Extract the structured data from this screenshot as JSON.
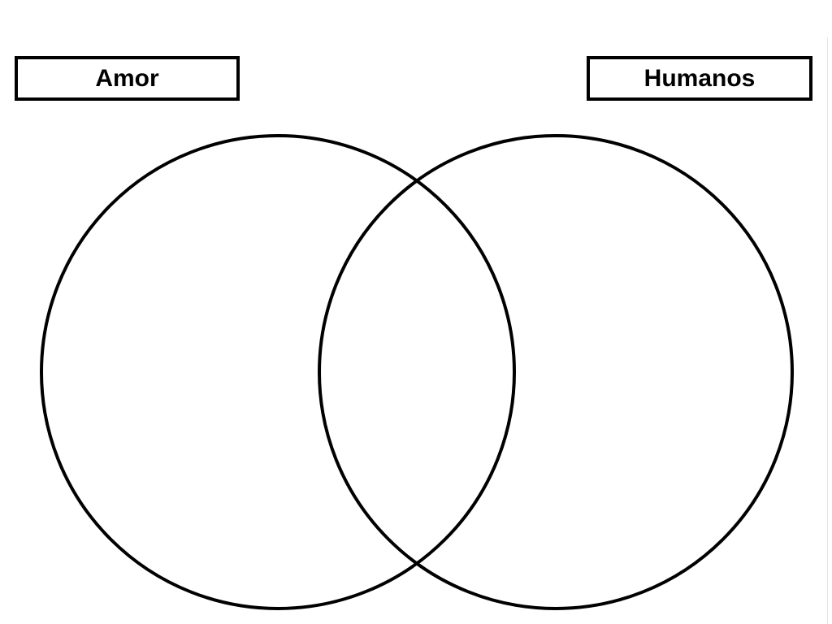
{
  "diagram": {
    "type": "venn",
    "sets": [
      {
        "label": "Amor"
      },
      {
        "label": "Humanos"
      }
    ],
    "colors": {
      "stroke": "#000000",
      "background": "#ffffff"
    }
  }
}
